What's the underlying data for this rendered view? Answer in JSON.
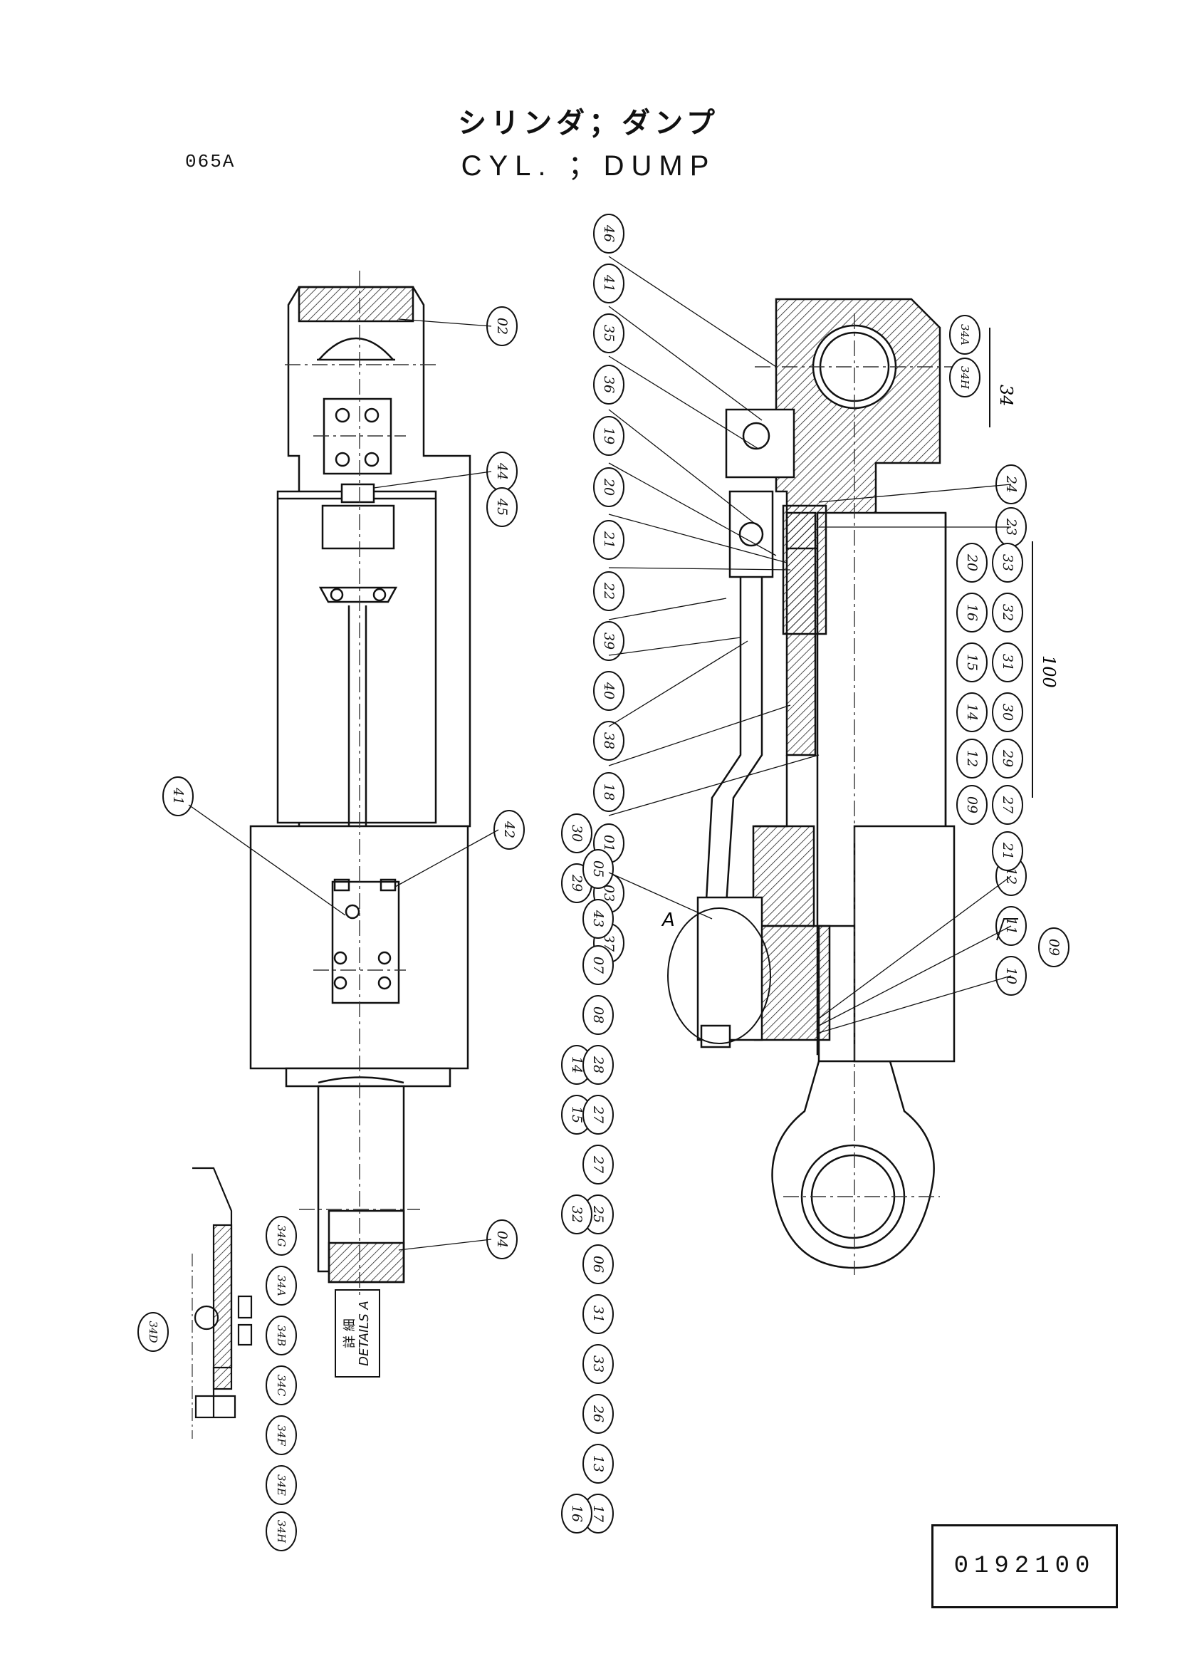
{
  "header": {
    "title_jp": "シリンダ；ダンプ",
    "title_en": "CYL. ；DUMP",
    "page_code": "065A"
  },
  "part_number": "0192100",
  "details_label": {
    "jp": "詳 細",
    "en": "DETAILS A",
    "marker": "A"
  },
  "balloons": {
    "left_view": [
      "02",
      "44",
      "45",
      "41",
      "42",
      "04"
    ],
    "section_view_column": [
      "46",
      "41",
      "35",
      "36",
      "19",
      "20",
      "21",
      "22",
      "39",
      "40",
      "38",
      "18",
      "01",
      "03",
      "37"
    ],
    "section_view_lower": [
      "30",
      "29",
      "05",
      "43",
      "07",
      "08",
      "14",
      "15",
      "28",
      "27",
      "27",
      "25",
      "06",
      "31",
      "32",
      "33",
      "26",
      "13",
      "17",
      "16"
    ],
    "section_view_right": [
      "34A",
      "34H",
      "24",
      "23",
      "12",
      "11",
      "10",
      "09"
    ],
    "kit_34_label": "34",
    "kit_100_label": "100",
    "kit_100_items_row1": [
      "20",
      "16",
      "15",
      "14",
      "12",
      "09"
    ],
    "kit_100_items_row2": [
      "33",
      "32",
      "31",
      "30",
      "29",
      "27",
      "21"
    ],
    "detail_a": [
      "34G",
      "34A",
      "34B",
      "34C",
      "34F",
      "34E",
      "34H",
      "34D"
    ]
  }
}
